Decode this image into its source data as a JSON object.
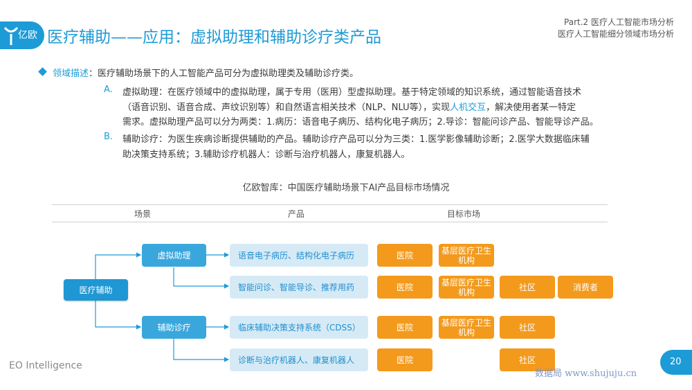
{
  "header": {
    "logo_text": "亿欧",
    "title": "医疗辅助——应用：虚拟助理和辅助诊疗类产品",
    "part_line1": "Part.2  医疗人工智能市场分析",
    "part_line2": "医疗人工智能细分领域市场分析"
  },
  "body": {
    "lead_label": "领域描述",
    "lead_text": "：医疗辅助场景下的人工智能产品可分为虚拟助理类及辅助诊疗类。",
    "a_marker": "A.",
    "a_line1": "虚拟助理：在医疗领域中的虚拟助理，属于专用（医用）型虚拟助理。基于特定领域的知识系统，通过智能语音技术",
    "a_line2_pre": "（语音识别、语音合成、声纹识别等）和自然语言相关技术（NLP、NLU等），实现",
    "a_line2_link": "人机交互",
    "a_line2_post": "，解决使用者某一特定",
    "a_line3": "需求。虚拟助理产品可以分为两类：1.病历：语音电子病历、结构化电子病历；2.导诊：智能问诊产品、智能导诊产品。",
    "b_marker": "B.",
    "b_line1": "辅助诊疗：为医生疾病诊断提供辅助的产品。辅助诊疗产品可以分为三类：1.医学影像辅助诊断；2.医学大数据临床辅",
    "b_line2": "助决策支持系统；3.辅助诊疗机器人：诊断与治疗机器人，康复机器人。"
  },
  "diagram": {
    "caption": "亿欧智库：中国医疗辅助场景下AI产品目标市场情况",
    "col_scene": "场景",
    "col_product": "产品",
    "col_market": "目标市场",
    "root": "医疗辅助",
    "mid1": "虚拟助理",
    "mid2": "辅助诊疗",
    "rows": [
      {
        "product": "语音电子病历、结构化电子病历",
        "t1": "医院",
        "t2": "基层医疗卫生机构"
      },
      {
        "product": "智能问诊、智能导诊、推荐用药",
        "t1": "医院",
        "t2": "基层医疗卫生机构",
        "t3": "社区",
        "t4": "消费者"
      },
      {
        "product": "临床辅助决策支持系统（CDSS）",
        "t1": "医院",
        "t2": "基层医疗卫生机构",
        "t3": "社区"
      },
      {
        "product": "诊断与治疗机器人、康复机器人",
        "t1": "医院",
        "t3": "社区"
      }
    ]
  },
  "footer": {
    "brand": "EO Intelligence",
    "page": "20",
    "watermark": "数据局 www.shujuju.cn"
  },
  "colors": {
    "accent": "#1d9bd7",
    "orange": "#f39a1c",
    "light_blue": "#d6eaf6"
  }
}
